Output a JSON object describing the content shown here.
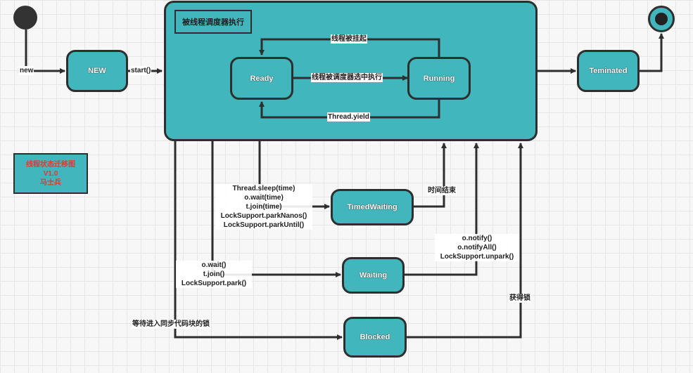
{
  "states": {
    "new": "NEW",
    "ready": "Ready",
    "running": "Running",
    "terminated": "Teminated",
    "timed_waiting": "TimedWaiting",
    "waiting": "Waiting",
    "blocked": "Blocked"
  },
  "scheduler_label": "被线程调度器执行",
  "legend": {
    "title": "线程状态迁移图",
    "version": "V1.0",
    "author": "马士兵"
  },
  "transitions": {
    "new": "new",
    "start": "start()",
    "suspended": "线程被挂起",
    "scheduled": "线程被调度器选中执行",
    "yield": "Thread.yield",
    "time_up": "时间结束",
    "acquired_lock": "获得锁",
    "wait_sync_lock": "等待进入同步代码块的锁",
    "timed_methods": [
      "Thread.sleep(time)",
      "o.wait(time)",
      "t.join(time)",
      "LockSupport.parkNanos()",
      "LockSupport.parkUntil()"
    ],
    "wait_methods": [
      "o.wait()",
      "t.join()",
      "LockSupport.park()"
    ],
    "notify_methods": [
      "o.notify()",
      "o.notifyAll()",
      "LockSupport.unpark()"
    ]
  },
  "colors": {
    "state_fill": "#41b6bd",
    "stroke": "#2e2e2e",
    "legend_text": "#e8382a"
  }
}
